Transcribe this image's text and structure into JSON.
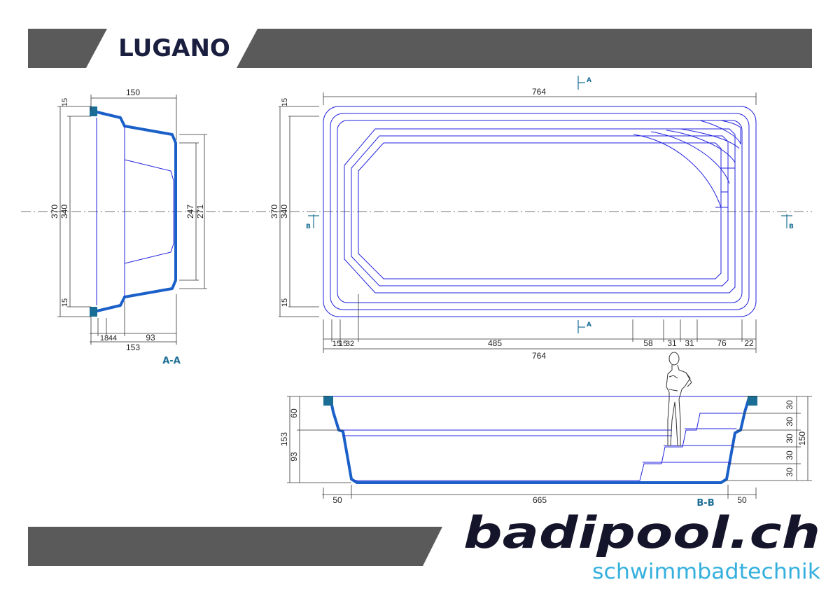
{
  "title": "LUGANO",
  "brand": {
    "name": "badipool.ch",
    "tagline": "schwimmbadtechnik",
    "colors": {
      "bars": "#5a5a5a",
      "name": "#14142a",
      "tagline": "#35b0de",
      "pool_line": "#2222dd",
      "shell": "#1a60c8",
      "section_label": "#1a6e95"
    }
  },
  "section_aa": {
    "label": "A-A",
    "dims": {
      "top_width": "150",
      "top_lip": "15",
      "bottom_lip": "15",
      "outer_height": "370",
      "inner_height": "340",
      "floor_247": "247",
      "floor_271": "271",
      "b1": "18",
      "b2": "44",
      "b3": "93",
      "total": "153"
    }
  },
  "plan_view": {
    "markers": {
      "a": "A",
      "b": "B"
    },
    "dims": {
      "top_length": "764",
      "left_370": "370",
      "left_340": "340",
      "left_15_top": "15",
      "left_15_bottom": "15",
      "s1": "15",
      "s2": "15",
      "s3": "32",
      "s4": "485",
      "s5": "58",
      "s6": "31",
      "s7": "31",
      "s8": "76",
      "s9": "22",
      "total_length": "764"
    }
  },
  "section_bb": {
    "label": "B-B",
    "dims": {
      "left_60": "60",
      "left_93": "93",
      "left_153": "153",
      "steps": [
        "30",
        "30",
        "30",
        "30",
        "30"
      ],
      "right_150": "150",
      "bottom_left": "50",
      "bottom_mid": "665",
      "bottom_right": "50"
    }
  }
}
